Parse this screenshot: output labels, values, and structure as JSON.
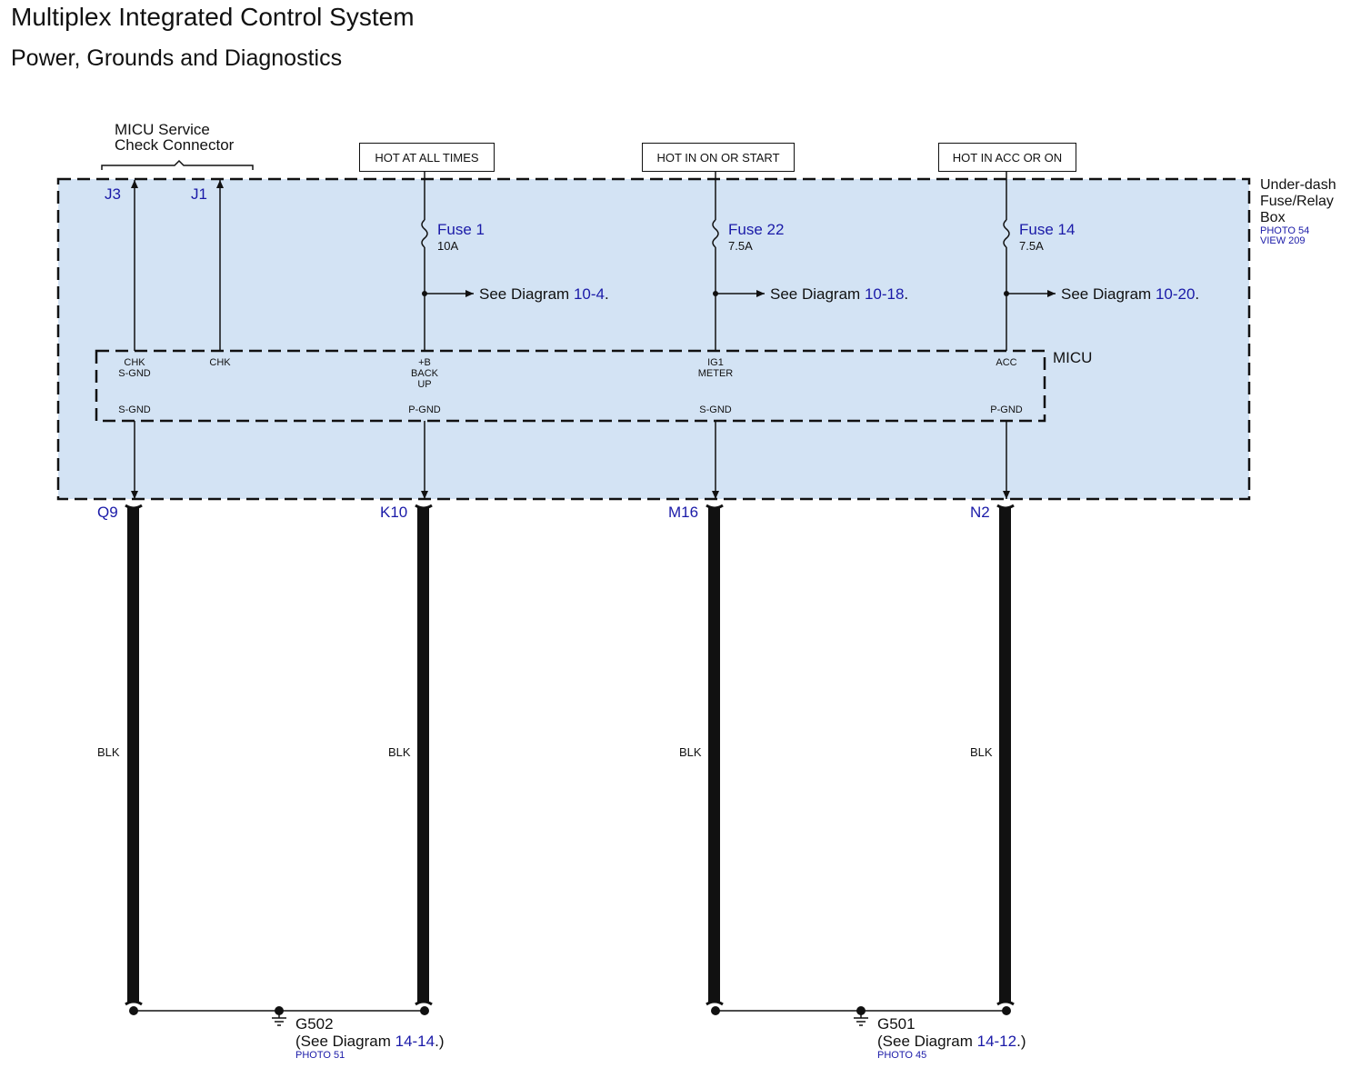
{
  "title": "Multiplex Integrated Control System",
  "subtitle": "Power, Grounds and Diagnostics",
  "service_connector": {
    "label_line1": "MICU Service",
    "label_line2": "Check Connector",
    "terminals": [
      "J3",
      "J1"
    ]
  },
  "hot_labels": [
    "HOT AT ALL TIMES",
    "HOT IN ON OR START",
    "HOT IN ACC OR ON"
  ],
  "fuse_box": {
    "line1": "Under-dash",
    "line2": "Fuse/Relay",
    "line3": "Box",
    "photo": "PHOTO 54",
    "view": "VIEW 209"
  },
  "fuses": [
    {
      "name": "Fuse 1",
      "rating": "10A",
      "see_prefix": "See Diagram ",
      "see_ref": "10-4",
      "see_suffix": "."
    },
    {
      "name": "Fuse 22",
      "rating": "7.5A",
      "see_prefix": "See Diagram ",
      "see_ref": "10-18",
      "see_suffix": "."
    },
    {
      "name": "Fuse 14",
      "rating": "7.5A",
      "see_prefix": "See Diagram ",
      "see_ref": "10-20",
      "see_suffix": "."
    }
  ],
  "micu": {
    "label": "MICU",
    "top_pins": [
      {
        "line1": "CHK",
        "line2": "S-GND",
        "line3": ""
      },
      {
        "line1": "CHK",
        "line2": "",
        "line3": ""
      },
      {
        "line1": "+B",
        "line2": "BACK",
        "line3": "UP"
      },
      {
        "line1": "IG1",
        "line2": "METER",
        "line3": ""
      },
      {
        "line1": "ACC",
        "line2": "",
        "line3": ""
      }
    ],
    "bottom_pins": [
      "S-GND",
      "P-GND",
      "S-GND",
      "P-GND"
    ]
  },
  "wires": [
    {
      "terminal": "Q9",
      "color": "BLK"
    },
    {
      "terminal": "K10",
      "color": "BLK"
    },
    {
      "terminal": "M16",
      "color": "BLK"
    },
    {
      "terminal": "N2",
      "color": "BLK"
    }
  ],
  "grounds": [
    {
      "name": "G502",
      "see_prefix": "(See Diagram ",
      "see_ref": "14-14",
      "see_suffix": ".)",
      "photo": "PHOTO 51"
    },
    {
      "name": "G501",
      "see_prefix": "(See Diagram ",
      "see_ref": "14-12",
      "see_suffix": ".)",
      "photo": "PHOTO 45"
    }
  ],
  "colors": {
    "box_fill": "#d3e3f4",
    "link_blue": "#1a1aa8",
    "line": "#111111"
  }
}
